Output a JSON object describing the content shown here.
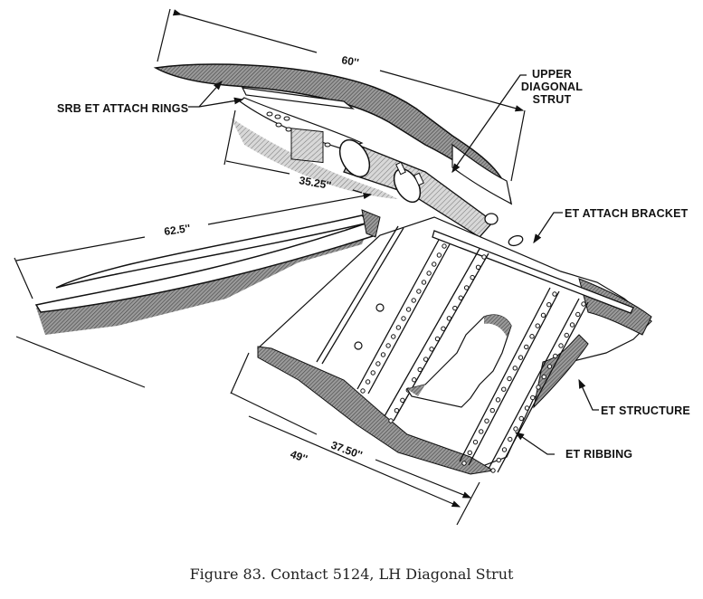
{
  "figure": {
    "caption": "Figure 83. Contact 5124, LH Diagonal Strut",
    "labels": {
      "srb_et_attach_rings": "SRB ET ATTACH RINGS",
      "upper_diagonal_strut": [
        "UPPER",
        "DIAGONAL",
        "STRUT"
      ],
      "et_attach_bracket": "ET ATTACH BRACKET",
      "et_structure": "ET STRUCTURE",
      "et_ribbing": "ET RIBBING"
    },
    "dimensions": {
      "d60": "60''",
      "d35_25": "35.25''",
      "d62_5": "62.5''",
      "d37_50": "37.50''",
      "d49": "49''"
    }
  }
}
